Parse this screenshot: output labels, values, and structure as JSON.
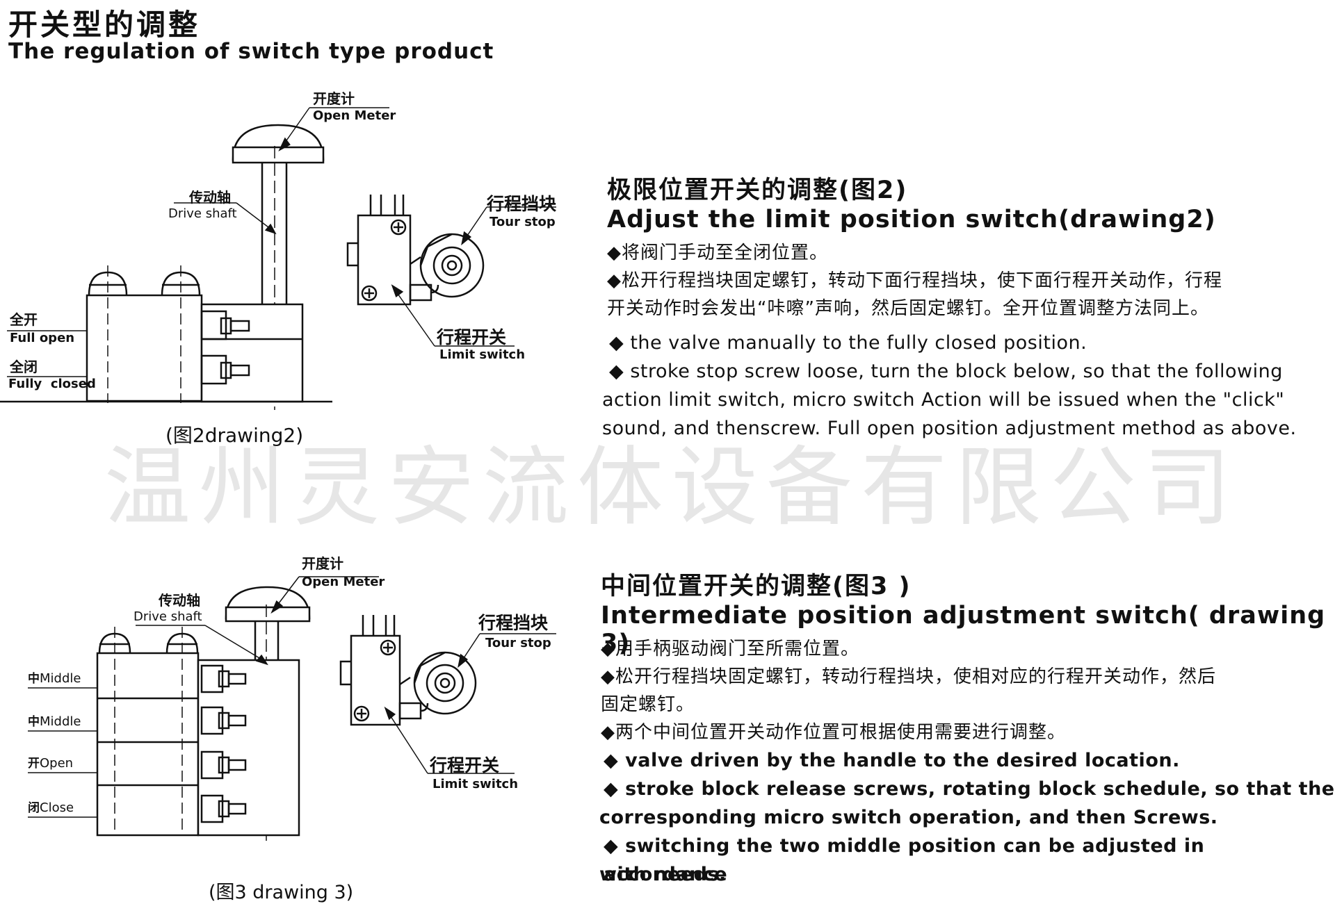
{
  "page": {
    "title_zh": "开关型的调整",
    "title_en": "The regulation of switch type product",
    "watermark": "温州灵安流体设备有限公司"
  },
  "section1": {
    "heading_zh": "极限位置开关的调整(图2)",
    "heading_en": "Adjust the limit position switch(drawing2)",
    "zh_lines": [
      "◆将阀门手动至全闭位置。",
      "◆松开行程挡块固定螺钉，转动下面行程挡块，使下面行程开关动作，行程",
      "开关动作时会发出“咔嚓”声响，然后固定螺钉。全开位置调整方法同上。"
    ],
    "en_lines": [
      "◆ the valve manually to the fully closed position.",
      "◆ stroke stop screw loose, turn the block below, so that the following",
      "action limit switch, micro switch Action will be issued when the \"click\"",
      "sound, and thenscrew. Full open position adjustment method as above."
    ],
    "caption": "(图2drawing2)",
    "labels": {
      "open_meter_zh": "开度计",
      "open_meter_en": "Open Meter",
      "drive_shaft_zh": "传动轴",
      "drive_shaft_en": "Drive shaft",
      "tour_stop_zh": "行程挡块",
      "tour_stop_en": "Tour stop",
      "limit_switch_zh": "行程开关",
      "limit_switch_en": "Limit switch",
      "full_open_zh": "全开",
      "full_open_en": "Full open",
      "fully_closed_zh": "全闭",
      "fully_closed_en": "Fully  closed"
    }
  },
  "section2": {
    "heading_zh": "中间位置开关的调整(图3 )",
    "heading_en": "Intermediate position adjustment switch( drawing 3)",
    "zh_lines": [
      "◆用手柄驱动阀门至所需位置。",
      "◆松开行程挡块固定螺钉，转动行程挡块，使相对应的行程开关动作，然后",
      "固定螺钉。",
      "◆两个中间位置开关动作位置可根据使用需要进行调整。"
    ],
    "en_lines": [
      "◆ valve driven by the handle to the desired location.",
      "◆ stroke block release screws, rotating block schedule, so that the",
      "corresponding micro switch operation, and then Screws.",
      "◆ switching the two middle position can be adjusted in accordance",
      "with needs."
    ],
    "caption": "(图3 drawing 3)",
    "labels": {
      "open_meter_zh": "开度计",
      "open_meter_en": "Open Meter",
      "drive_shaft_zh": "传动轴",
      "drive_shaft_en": "Drive shaft",
      "tour_stop_zh": "行程挡块",
      "tour_stop_en": "Tour stop",
      "limit_switch_zh": "行程开关",
      "limit_switch_en": "Limit switch",
      "middle1_zh": "中",
      "middle1_en": "Middle",
      "middle2_zh": "中",
      "middle2_en": "Middle",
      "open_zh": "开",
      "open_en": "Open",
      "close_zh": "闭",
      "close_en": "Close"
    }
  }
}
